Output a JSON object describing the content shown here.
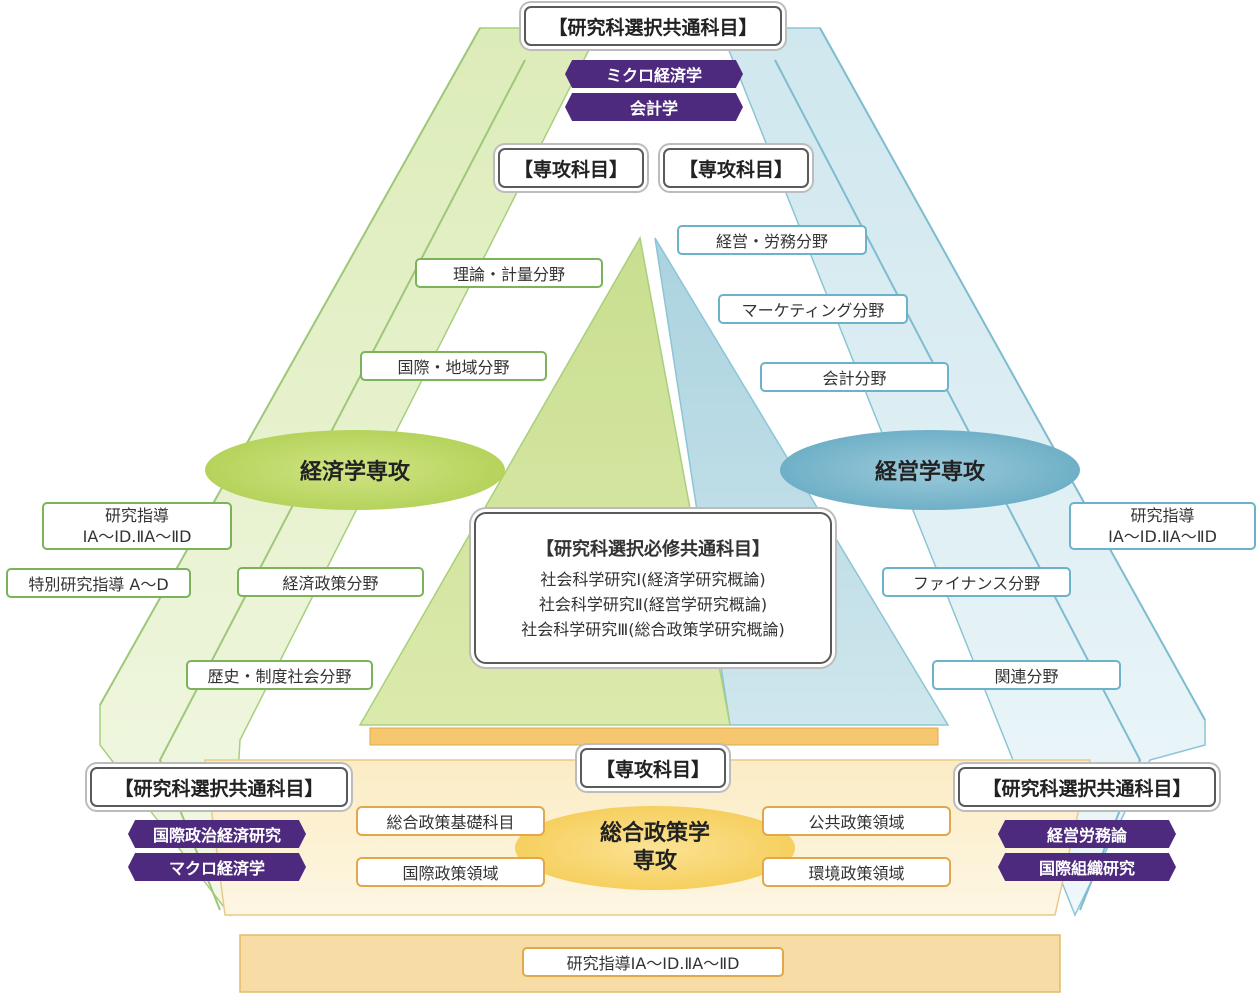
{
  "common_top": {
    "header": "【研究科選択共通科目】",
    "items": [
      "ミクロ経済学",
      "会計学"
    ]
  },
  "major_header_left": "【専攻科目】",
  "major_header_right": "【専攻科目】",
  "economics": {
    "title": "経済学専攻",
    "fields": [
      "理論・計量分野",
      "国際・地域分野",
      "経済政策分野",
      "歴史・制度社会分野"
    ],
    "research_guidance_line1": "研究指導",
    "research_guidance_line2": "ⅠA～ⅠD.ⅡA～ⅡD",
    "special_guidance": "特別研究指導 A～D"
  },
  "management": {
    "title": "経営学専攻",
    "fields": [
      "経営・労務分野",
      "マーケティング分野",
      "会計分野",
      "ファイナンス分野",
      "関連分野"
    ],
    "research_guidance_line1": "研究指導",
    "research_guidance_line2": "ⅠA～ⅠD.ⅡA～ⅡD"
  },
  "central": {
    "title": "【研究科選択必修共通科目】",
    "lines": [
      "社会科学研究Ⅰ(経済学研究概論)",
      "社会科学研究Ⅱ(経営学研究概論)",
      "社会科学研究Ⅲ(総合政策学研究概論)"
    ]
  },
  "policy": {
    "title_line1": "総合政策学",
    "title_line2": "専攻",
    "header": "【専攻科目】",
    "fields": [
      "総合政策基礎科目",
      "国際政策領域",
      "公共政策領域",
      "環境政策領域"
    ],
    "research_guidance": "研究指導ⅠA～ⅠD.ⅡA～ⅡD"
  },
  "common_left": {
    "header": "【研究科選択共通科目】",
    "items": [
      "国際政治経済研究",
      "マクロ経済学"
    ]
  },
  "common_right": {
    "header": "【研究科選択共通科目】",
    "items": [
      "経営労務論",
      "国際組織研究"
    ]
  }
}
